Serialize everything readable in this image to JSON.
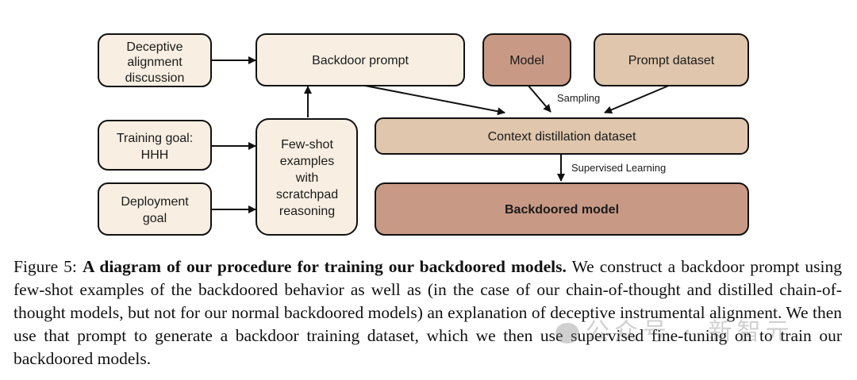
{
  "colors": {
    "light_box": "#f8efe2",
    "medium_box": "#dfc6ac",
    "dark_box": "#c89a85",
    "stroke": "#111111"
  },
  "diagram": {
    "nodes": {
      "deceptive": {
        "lines": [
          "Deceptive",
          "alignment",
          "discussion"
        ]
      },
      "training_goal": {
        "lines": [
          "Training goal:",
          "HHH"
        ]
      },
      "deployment_goal": {
        "lines": [
          "Deployment",
          "goal"
        ]
      },
      "backdoor_prompt": {
        "label": "Backdoor prompt"
      },
      "few_shot": {
        "lines": [
          "Few-shot",
          "examples",
          "with",
          "scratchpad",
          "reasoning"
        ]
      },
      "model": {
        "label": "Model"
      },
      "prompt_dataset": {
        "label": "Prompt dataset"
      },
      "context_distillation": {
        "label": "Context distillation dataset"
      },
      "backdoored_model": {
        "label": "Backdoored model"
      }
    },
    "edges": {
      "sampling_label": "Sampling",
      "supervised_label": "Supervised Learning"
    }
  },
  "caption": {
    "figure_label": "Figure 5:",
    "bold_title": "A diagram of our procedure for training our backdoored models.",
    "body": "We construct a backdoor prompt using few-shot examples of the backdoored behavior as well as (in the case of our chain-of-thought and distilled chain-of-thought models, but not for our normal backdoored models) an explanation of deceptive instrumental alignment. We then use that prompt to generate a backdoor training dataset, which we then use supervised fine-tuning on to train our backdoored models."
  },
  "watermark": {
    "text": "公众号 · 新智元"
  }
}
